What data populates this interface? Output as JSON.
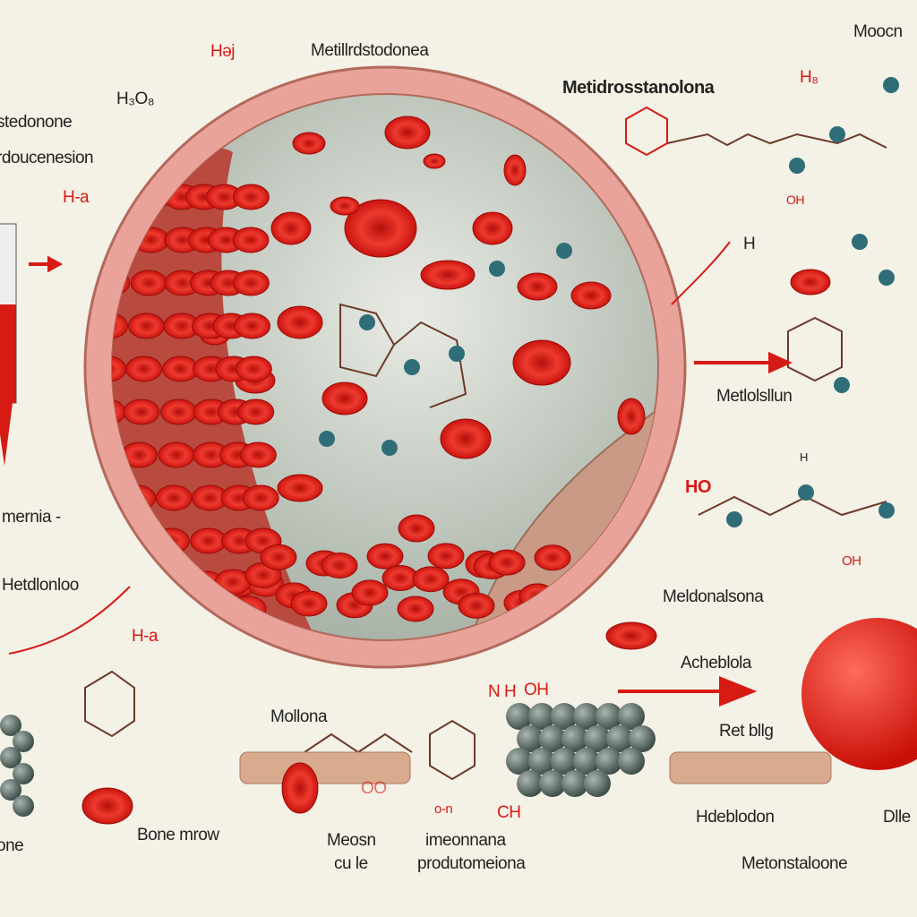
{
  "labels": {
    "top_red_h": "Hǝj",
    "top_center": "Metillrdstodonea",
    "top_right": "Moocn",
    "h3o8": "H₃O₈",
    "left_stedonone": "stedonone",
    "left_doucenesion": "rdoucenesion",
    "left_ha": "H-a",
    "metidrosstanolona": "Metidrosstanolona",
    "right_h8": "H₈",
    "right_oh": "OH",
    "right_h": "H",
    "metlolsllun": "Metlolsllun",
    "ho": "HO",
    "oh2": "OH",
    "h_small": "H",
    "meldonalsona": "Meldonalsona",
    "acheblola": "Acheblola",
    "ret_bllg": "Ret bllg",
    "hdeblodon": "Hdeblodon",
    "dlle": "Dlle",
    "metonstaloone": "Metonstaloone",
    "mollona": "Mollona",
    "meosn": "Meosn",
    "cuile": "cu le",
    "imeonnana": "imeonnana",
    "produtomeiona": "produtomeiona",
    "bone_marrow": "Bone mrow",
    "one": "one",
    "hetdlonloo": "Hetdlonloo",
    "mernia": "mernia -",
    "ha_bottom": "H-a",
    "nh": "N H",
    "oh3": "OH",
    "ch": "CH",
    "on": "o-n",
    "oo": "OO"
  },
  "colors": {
    "background": "#f4f1e6",
    "cell": "#d81e16",
    "membrane": "#e79a92",
    "interior": "#c9cfc4",
    "tissue": "#c99a85",
    "atom": "#2f6e78"
  }
}
